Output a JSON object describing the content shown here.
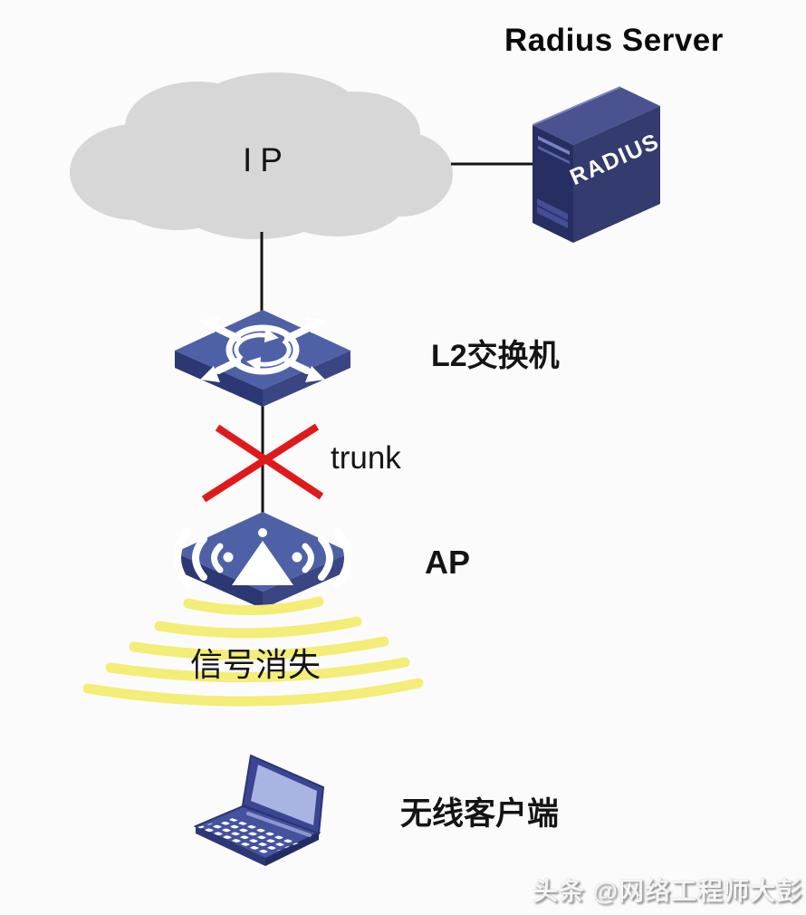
{
  "page": {
    "background": "#fbfbfb",
    "watermark": "头条 @网络工程师大彭"
  },
  "nodes": {
    "cloud": {
      "label": "IP"
    },
    "server": {
      "title": "Radius Server",
      "face_text": "RADIUS"
    },
    "switch": {
      "label": "L2交换机"
    },
    "ap": {
      "label": "AP"
    },
    "client": {
      "label": "无线客户端"
    }
  },
  "links": {
    "trunk": {
      "label": "trunk",
      "state": "blocked-red-x"
    }
  },
  "signal": {
    "label": "信号消失",
    "arc_count": 5,
    "color": "#f4ed77"
  },
  "colors": {
    "cloud_gray": "#d7d7d7",
    "device_top_blue": "#4f61a6",
    "device_side_blue": "#2c3874",
    "server_navy": "#333b6f",
    "link_black": "#141414",
    "cross_red": "#e01a1a"
  }
}
